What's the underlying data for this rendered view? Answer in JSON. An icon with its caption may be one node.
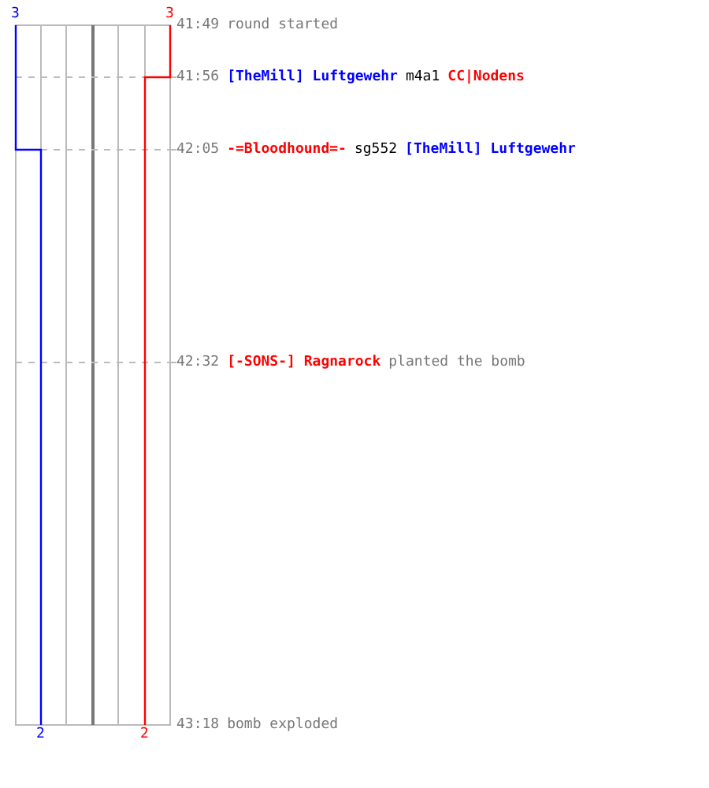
{
  "diagram": {
    "labels": [
      "3",
      "3",
      "41:49",
      "round started",
      "41:56",
      "[TheMill] Luftgewehr",
      "m4a1",
      "CC|Nodens",
      "42:05",
      "-=Bloodhound=-",
      "sg552",
      "[TheMill] Luftgewehr",
      "42:32",
      "[-SONS-] Ragnarock",
      "planted the bomb",
      "2",
      "2",
      "43:18",
      "bomb exploded"
    ]
  }
}
